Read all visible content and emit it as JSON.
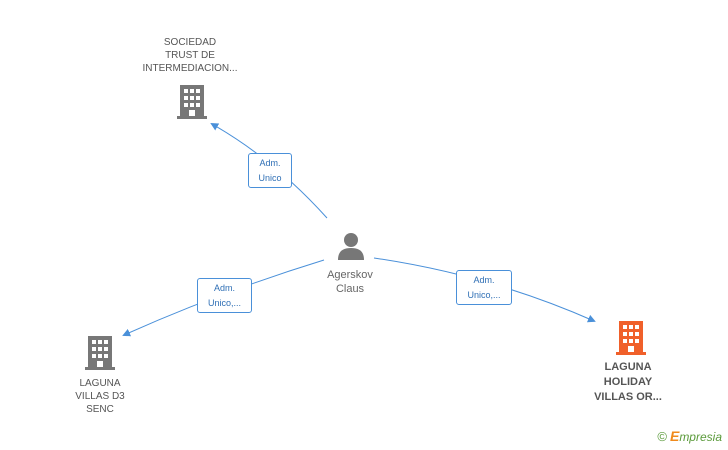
{
  "nodes": {
    "center": {
      "line1": "Agerskov",
      "line2": "Claus"
    },
    "top": {
      "line1": "SOCIEDAD",
      "line2": "TRUST DE",
      "line3": "INTERMEDIACION..."
    },
    "left": {
      "line1": "LAGUNA",
      "line2": "VILLAS D3",
      "line3": "SENC"
    },
    "right": {
      "line1": "LAGUNA",
      "line2": "HOLIDAY",
      "line3": "VILLAS OR..."
    }
  },
  "edges": {
    "top": {
      "line1": "Adm.",
      "line2": "Unico"
    },
    "left": {
      "line1": "Adm.",
      "line2": "Unico,..."
    },
    "right": {
      "line1": "Adm.",
      "line2": "Unico,..."
    }
  },
  "colors": {
    "line": "#4a90d9",
    "building_gray": "#777777",
    "building_highlight": "#f0602a",
    "person": "#777777"
  },
  "brand": {
    "copyright": "©",
    "initial": "E",
    "rest": "mpresia"
  }
}
